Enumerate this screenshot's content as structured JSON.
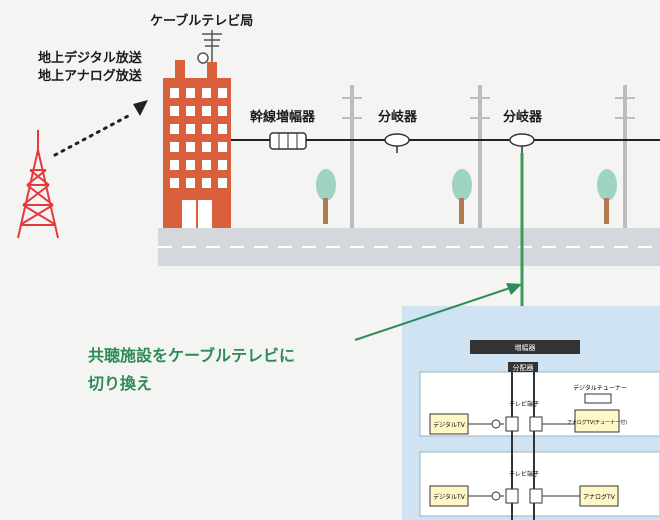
{
  "labels": {
    "cable_station": "ケーブルテレビ局",
    "broadcast_digital": "地上デジタル放送",
    "broadcast_analog": "地上アナログ放送",
    "trunk_amplifier": "幹線増幅器",
    "splitter_1": "分岐器",
    "splitter_2": "分岐器",
    "caption_line1": "共聴施設をケーブルテレビに",
    "caption_line2": "切り換え"
  },
  "building": {
    "amplifier_label": "増幅器",
    "distributor_label": "分配器",
    "floor1_outlet_label": "テレビ端子",
    "floor2_outlet_label": "テレビ端子",
    "tuner_label": "デジタルチューナー",
    "floor1_left_tv": "デジタルTV",
    "floor1_right_tv": "アナログTV(チューナー付)",
    "floor2_left_tv": "デジタルTV",
    "floor2_right_tv": "アナログTV"
  },
  "colors": {
    "tower": "#e8383d",
    "station": "#d9603b",
    "caption_green": "#2e8b57",
    "cable_green": "#3a9a5c",
    "building_blue": "#cfe3f2"
  }
}
